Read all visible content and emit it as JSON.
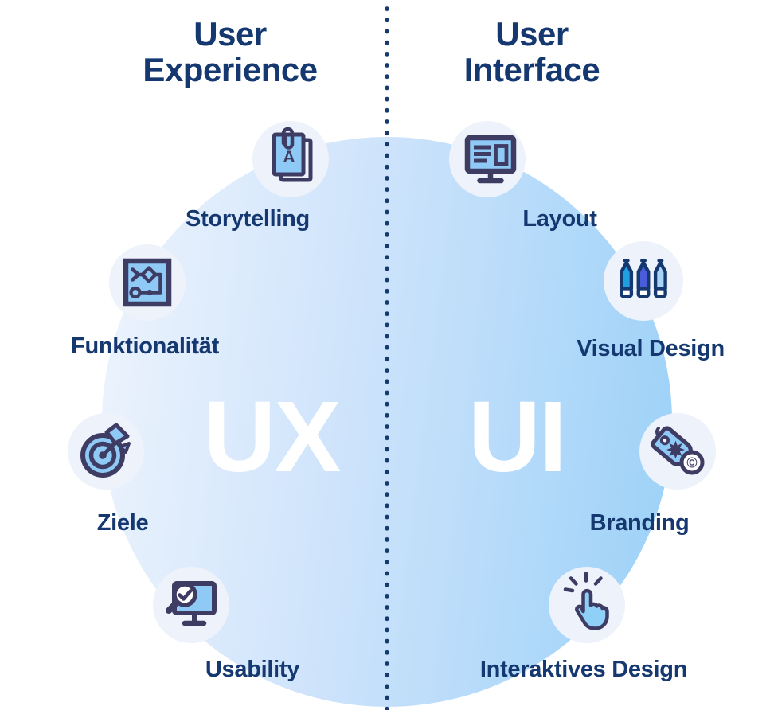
{
  "title_left": {
    "line1": "User",
    "line2": "Experience"
  },
  "title_right": {
    "line1": "User",
    "line2": "Interface"
  },
  "center": {
    "left_abbr": "UX",
    "right_abbr": "UI"
  },
  "left_items": [
    {
      "label": "Storytelling",
      "icon": "document-a-icon"
    },
    {
      "label": "Funktionalität",
      "icon": "flowchart-icon"
    },
    {
      "label": "Ziele",
      "icon": "target-dart-icon"
    },
    {
      "label": "Usability",
      "icon": "monitor-check-icon"
    }
  ],
  "right_items": [
    {
      "label": "Layout",
      "icon": "monitor-layout-icon"
    },
    {
      "label": "Visual Design",
      "icon": "pencils-icon"
    },
    {
      "label": "Branding",
      "icon": "price-tag-icon"
    },
    {
      "label": "Interaktives Design",
      "icon": "click-hand-icon"
    }
  ],
  "glyphs": {
    "storytelling_letter": "A",
    "copyright_symbol": "©"
  },
  "colors": {
    "heading_navy": "#14386f",
    "icon_outline": "#3f3c64",
    "icon_fill": "#8fc9f6",
    "icon_badge_bg": "#edf2fb",
    "circle_gradient_start": "#eef4fd",
    "circle_gradient_end": "#9ed2f8",
    "divider_dot": "#153a6e",
    "pencil_cyan": "#1f9fe2",
    "pencil_royal": "#4a5cd9",
    "pencil_light": "#a9d5f5"
  }
}
